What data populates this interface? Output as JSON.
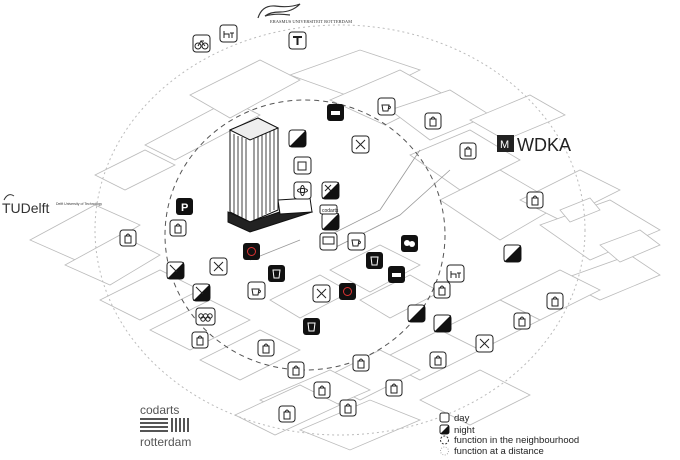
{
  "logos": {
    "erasmus_sub": "ERASMUS UNIVERSITEIT ROTTERDAM",
    "tudelft_main": "TUDelft",
    "tudelft_sub": "Delft University of Technology",
    "wdka_text": "WDKA",
    "codarts_top": "codarts",
    "codarts_bottom": "rotterdam",
    "building_sign": "codarts"
  },
  "legend": {
    "items": [
      {
        "key": "day",
        "label": "day"
      },
      {
        "key": "night",
        "label": "night"
      },
      {
        "key": "neighbourhood",
        "label": "function in the neighbourhood"
      },
      {
        "key": "distance",
        "label": "function at a distance"
      }
    ]
  },
  "icon_legend": {
    "day": "plain rounded square",
    "night": "dark lower-right triangle",
    "mixed": "half dark"
  }
}
